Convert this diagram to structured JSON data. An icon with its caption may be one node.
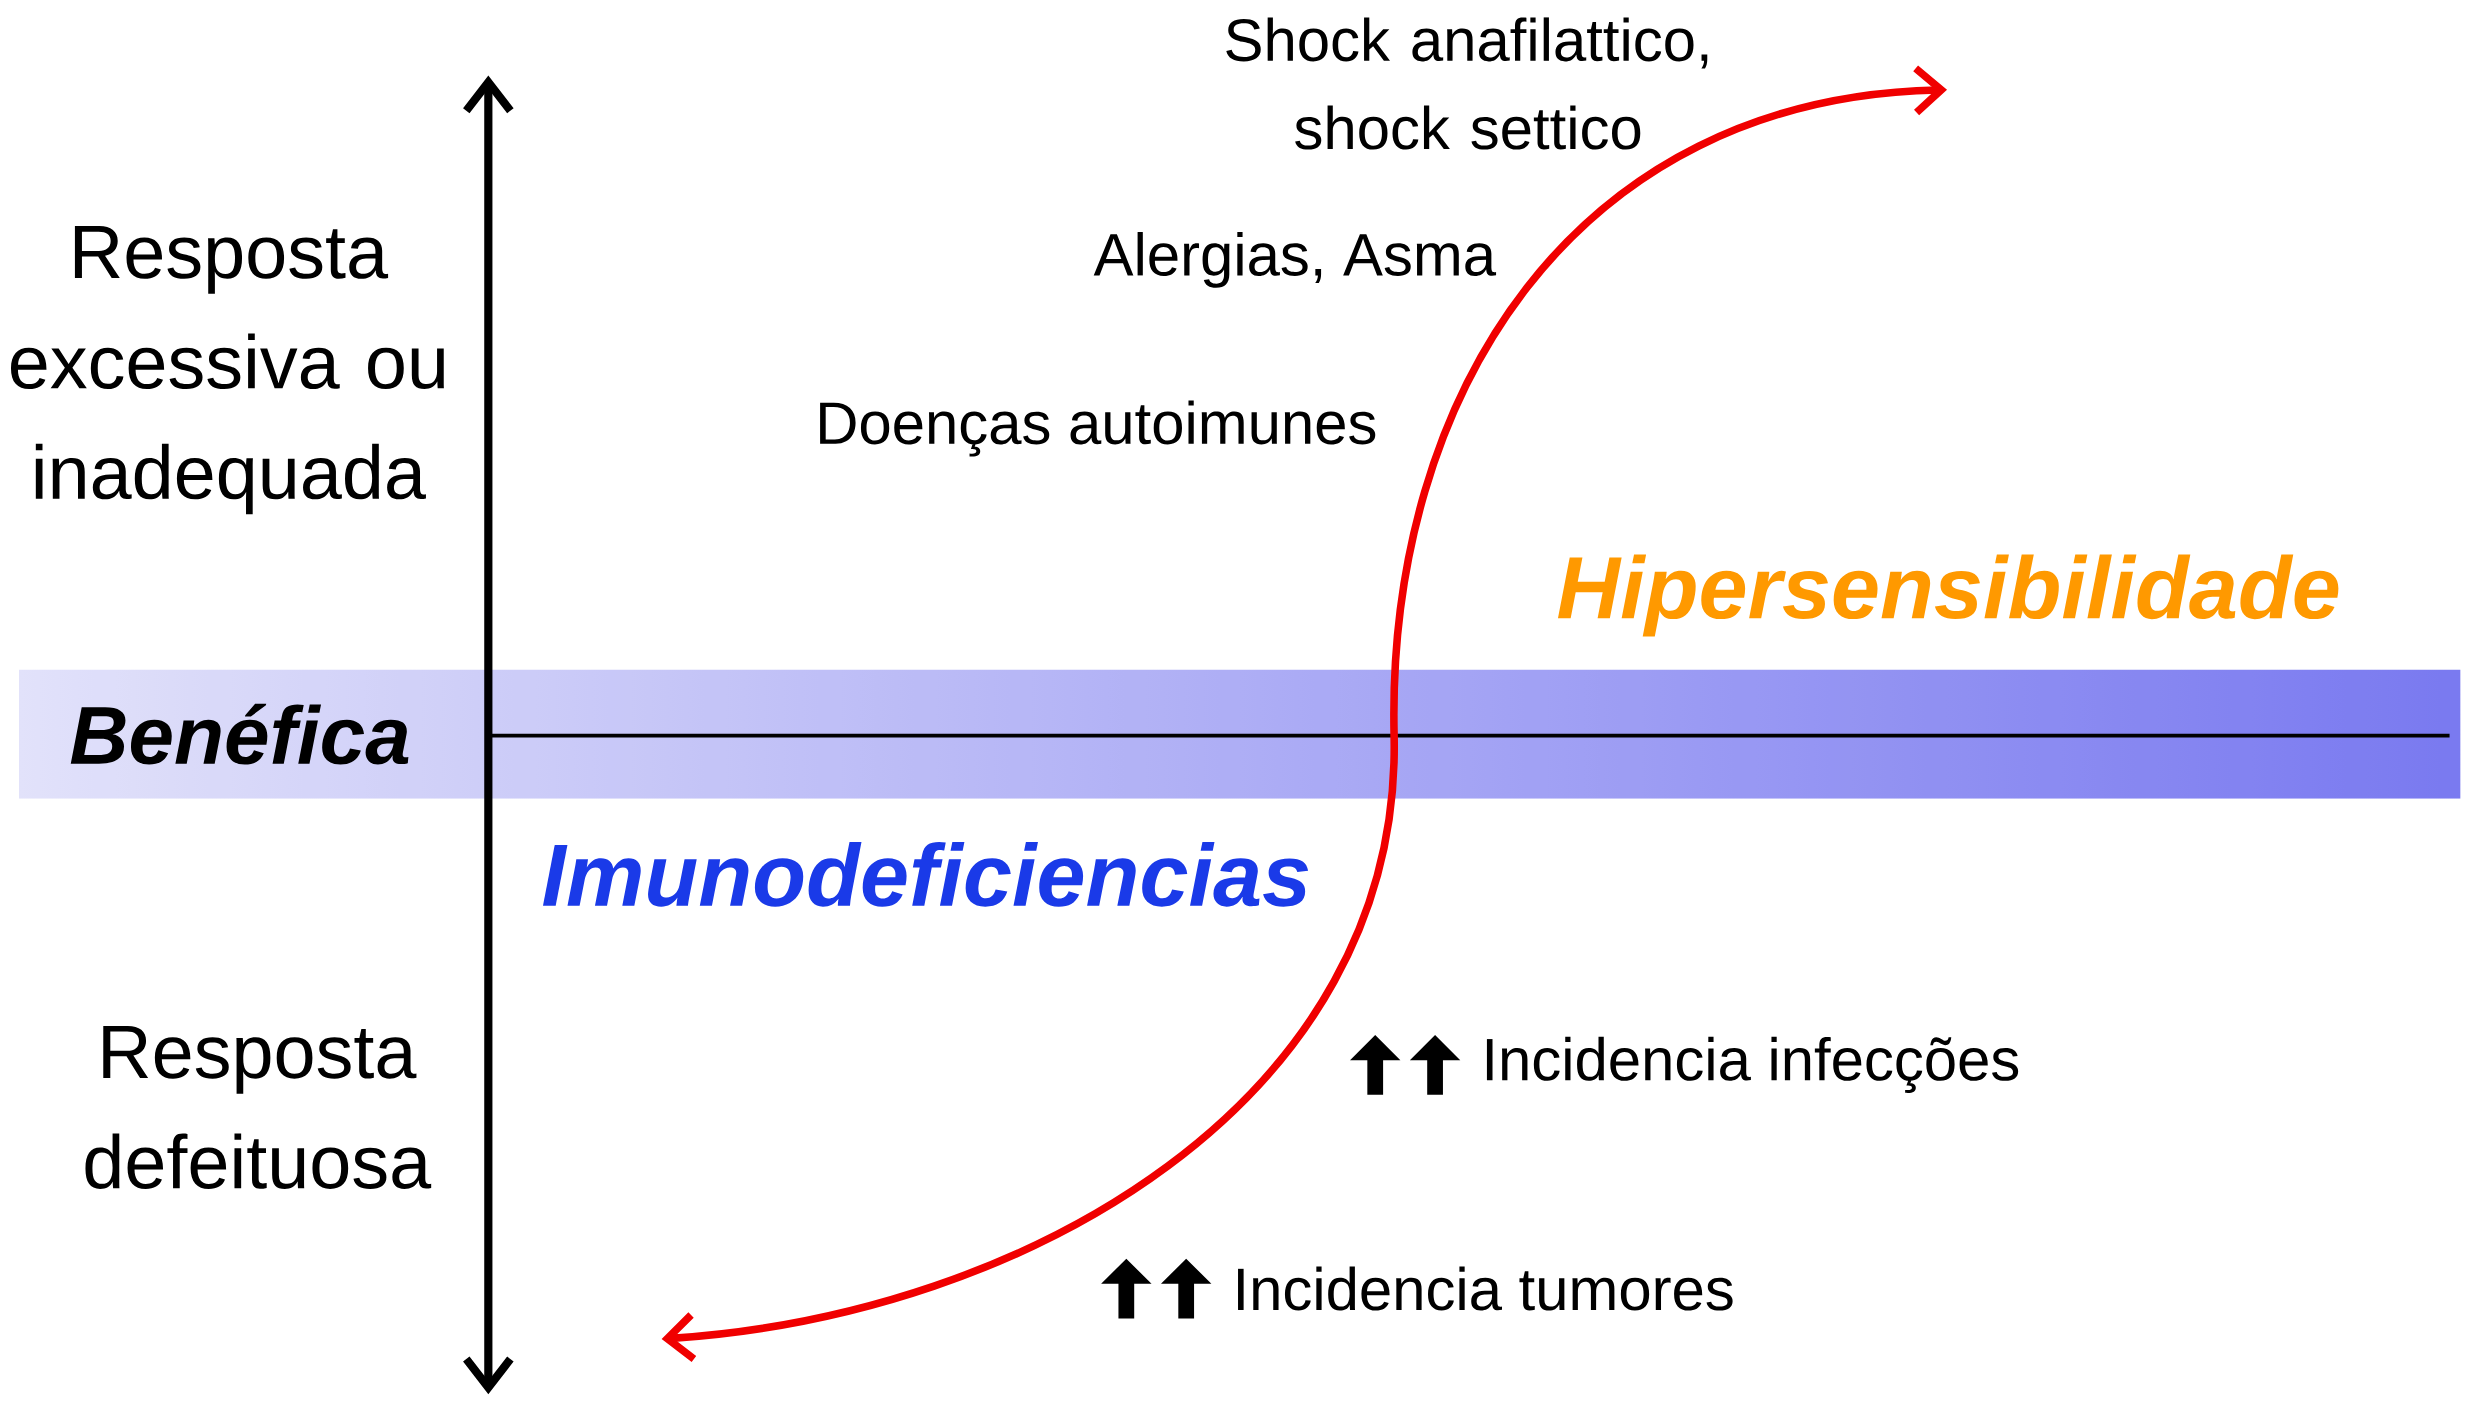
{
  "diagram": {
    "nodes": [
      {
        "text": [
          "Benéfica"
        ]
      }
    ],
    "edges": [],
    "labels": [
      "Resposta excessiva ou inadequada",
      "Shock anafilattico, shock settico",
      "Alergias, Asma",
      "Doenças autoimunes",
      "Hipersensibilidade",
      "Imunodeficiencias",
      "Incidencia infecções",
      "Resposta defeituosa",
      "Incidencia tumores"
    ]
  }
}
